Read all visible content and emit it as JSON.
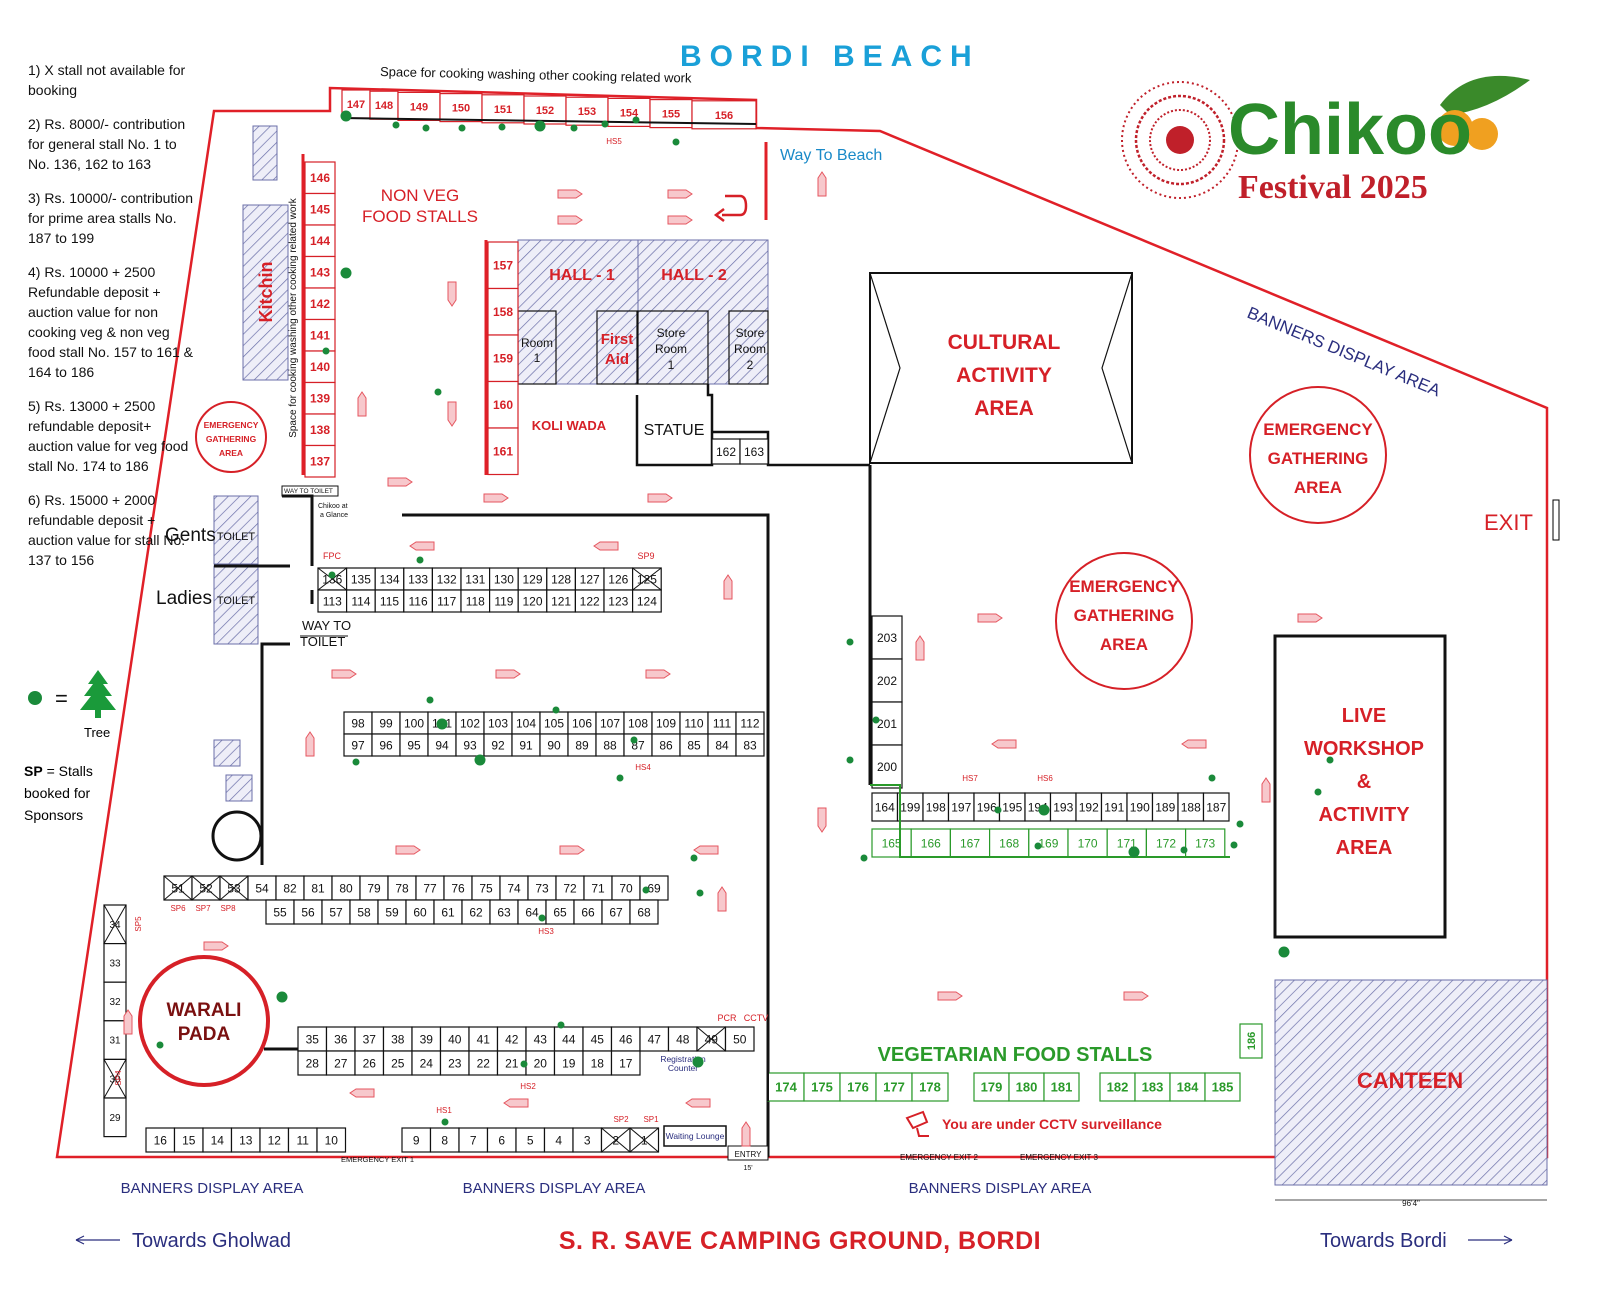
{
  "header": {
    "title": "BORDI BEACH",
    "cooking_space_top": "Space for cooking washing other cooking related work",
    "hs5": "HS5",
    "way_to_beach": "Way To Beach"
  },
  "logo": {
    "word": "Chikoo",
    "line2": "Festival 2025",
    "colors": {
      "green": "#2a8a2a",
      "red": "#c0202a",
      "orange": "#f0a020"
    }
  },
  "notes": [
    "1) X stall not available for booking",
    "2) Rs. 8000/- contribution for general stall No. 1 to No. 136, 162 to 163",
    "3) Rs. 10000/- contribution for prime area stalls No. 187 to 199",
    "4) Rs. 10000 + 2500 Refundable deposit + auction value for non cooking veg & non veg food stall No. 157 to 161 & 164 to 186",
    "5) Rs. 13000 + 2500 refundable deposit+ auction value for veg food stall No. 174 to 186",
    "6) Rs. 15000 + 2000 refundable deposit + auction value for stall No. 137 to 156"
  ],
  "legend": {
    "tree_eq": "=",
    "tree_label": "Tree",
    "sp_key": "SP",
    "sp_text": " = Stalls booked for Sponsors"
  },
  "areas": {
    "non_veg_1": "NON VEG",
    "non_veg_2": "FOOD STALLS",
    "kitchen": "Kitchin",
    "cooking_space_side": "Space for cooking washing other cooking related work",
    "hall1": "HALL - 1",
    "hall2": "HALL - 2",
    "room1a": "Room",
    "room1b": "1",
    "first_aid_1": "First",
    "first_aid_2": "Aid",
    "store1a": "Store",
    "store1b": "Room",
    "store1c": "1",
    "store2a": "Store",
    "store2b": "Room",
    "store2c": "2",
    "koli_wada": "KOLI WADA",
    "statue": "STATUE",
    "cultural_1": "CULTURAL",
    "cultural_2": "ACTIVITY",
    "cultural_3": "AREA",
    "banners_diag": "BANNERS DISPLAY AREA",
    "emergency_1": "EMERGENCY",
    "emergency_2": "GATHERING",
    "emergency_3": "AREA",
    "exit": "EXIT",
    "live_1": "LIVE",
    "live_2": "WORKSHOP",
    "live_3": "&",
    "live_4": "ACTIVITY",
    "live_5": "AREA",
    "gents": "Gents",
    "ladies": "Ladies",
    "toilet": "TOILET",
    "way_toilet_small": "WAY TO TOILET",
    "way_toilet_1": "WAY TO",
    "way_toilet_2": "TOILET",
    "chikoo_glance_1": "Chikoo at",
    "chikoo_glance_2": "a Glance",
    "fpc": "FPC",
    "sp9": "SP9",
    "warali_1": "WARALI",
    "warali_2": "PADA",
    "veg_stalls": "VEGETARIAN  FOOD STALLS",
    "cctv_text": "You are under CCTV surveillance",
    "canteen": "CANTEEN",
    "canteen_width": "96'4\"",
    "pcr": "PCR",
    "cctv": "CCTV",
    "registration_1": "Registration",
    "registration_2": "Counter",
    "waiting": "Waiting Lounge",
    "entry": "ENTRY",
    "entry_width": "15'",
    "exit1": "EMERGENCY EXIT 1",
    "exit2": "EMERGENCY EXIT 2",
    "exit3": "EMERGENCY EXIT 3"
  },
  "hs_labels": {
    "hs1": "HS1",
    "hs2": "HS2",
    "hs3": "HS3",
    "hs4": "HS4",
    "hs6": "HS6",
    "hs7": "HS7"
  },
  "sp_labels": {
    "sp1": "SP1",
    "sp2": "SP2",
    "sp4": "SP4",
    "sp5": "SP5",
    "sp6": "SP6",
    "sp7": "SP7",
    "sp8": "SP8"
  },
  "stalls": {
    "top_row": [
      "147",
      "148",
      "149",
      "150",
      "151",
      "152",
      "153",
      "154",
      "155",
      "156"
    ],
    "kitchen_col": [
      "146",
      "145",
      "144",
      "143",
      "142",
      "141",
      "140",
      "139",
      "138",
      "137"
    ],
    "koli_col": [
      "157",
      "158",
      "159",
      "160",
      "161"
    ],
    "statue_pair": [
      "162",
      "163"
    ],
    "r136_top": [
      "136",
      "135",
      "134",
      "133",
      "132",
      "131",
      "130",
      "129",
      "128",
      "127",
      "126",
      "125"
    ],
    "r113_bot": [
      "113",
      "114",
      "115",
      "116",
      "117",
      "118",
      "119",
      "120",
      "121",
      "122",
      "123",
      "124"
    ],
    "r98_top": [
      "98",
      "99",
      "100",
      "101",
      "102",
      "103",
      "104",
      "105",
      "106",
      "107",
      "108",
      "109",
      "110",
      "111",
      "112"
    ],
    "r97_bot": [
      "97",
      "96",
      "95",
      "94",
      "93",
      "92",
      "91",
      "90",
      "89",
      "88",
      "87",
      "86",
      "85",
      "84",
      "83"
    ],
    "r51_top": [
      "51",
      "52",
      "53",
      "54",
      "82",
      "81",
      "80",
      "79",
      "78",
      "77",
      "76",
      "75",
      "74",
      "73",
      "72",
      "71",
      "70",
      "69"
    ],
    "r55_bot": [
      "55",
      "56",
      "57",
      "58",
      "59",
      "60",
      "61",
      "62",
      "63",
      "64",
      "65",
      "66",
      "67",
      "68"
    ],
    "r35_top": [
      "35",
      "36",
      "37",
      "38",
      "39",
      "40",
      "41",
      "42",
      "43",
      "44",
      "45",
      "46",
      "47",
      "48",
      "49",
      "50"
    ],
    "r28_bot": [
      "28",
      "27",
      "26",
      "25",
      "24",
      "23",
      "22",
      "21",
      "20",
      "19",
      "18",
      "17"
    ],
    "left_col": [
      "34",
      "33",
      "32",
      "31",
      "30",
      "29"
    ],
    "r16": [
      "16",
      "15",
      "14",
      "13",
      "12",
      "11",
      "10"
    ],
    "r9": [
      "9",
      "8",
      "7",
      "6",
      "5",
      "4",
      "3",
      "2",
      "1"
    ],
    "col_200": [
      "203",
      "202",
      "201",
      "200"
    ],
    "r164": [
      "164",
      "199",
      "198",
      "197",
      "196",
      "195",
      "194",
      "193",
      "192",
      "191",
      "190",
      "189",
      "188",
      "187"
    ],
    "r165": [
      "165",
      "166",
      "167",
      "168",
      "169",
      "170",
      "171",
      "172",
      "173"
    ],
    "veg_a": [
      "174",
      "175",
      "176",
      "177",
      "178"
    ],
    "veg_b": [
      "179",
      "180",
      "181"
    ],
    "veg_c": [
      "182",
      "183",
      "184",
      "185"
    ],
    "s186": "186"
  },
  "footer": {
    "banner1": "BANNERS DISPLAY AREA",
    "banner2": "BANNERS DISPLAY AREA",
    "banner3": "BANNERS DISPLAY AREA",
    "towards_left": "Towards Gholwad",
    "towards_right": "Towards Bordi",
    "ground": "S. R. SAVE CAMPING GROUND, BORDI"
  }
}
